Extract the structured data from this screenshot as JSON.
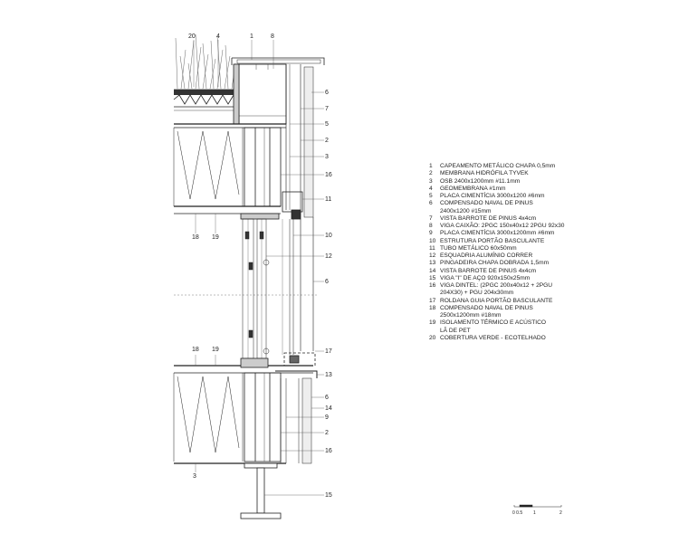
{
  "drawing": {
    "callouts_top": [
      "20",
      "4",
      "1",
      "8"
    ],
    "callouts_right": [
      "6",
      "7",
      "5",
      "2",
      "3",
      "16",
      "11",
      "10",
      "12",
      "6",
      "17",
      "13",
      "6",
      "14",
      "9",
      "2",
      "16",
      "15"
    ],
    "callouts_left": [
      "18",
      "19",
      "18",
      "19",
      "3"
    ]
  },
  "legend": [
    {
      "num": "1",
      "text": "CAPEAMENTO METÁLICO CHAPA 0,5mm"
    },
    {
      "num": "2",
      "text": "MEMBRANA HIDRÓFILA TYVEK"
    },
    {
      "num": "3",
      "text": "OSB 2400x1200mm #11.1mm"
    },
    {
      "num": "4",
      "text": "GEOMEMBRANA #1mm"
    },
    {
      "num": "5",
      "text": "PLACA CIMENTÍCIA 3000x1200 #6mm"
    },
    {
      "num": "6",
      "text": "COMPENSADO NAVAL DE PINUS\n2400x1200 #15mm"
    },
    {
      "num": "7",
      "text": "VISTA BARROTE DE PINUS 4x4cm"
    },
    {
      "num": "8",
      "text": "VIGA CAIXÃO: 2PGC 150x40x12 2PGU 92x30"
    },
    {
      "num": "9",
      "text": "PLACA CIMENTÍCIA 3000x1200mm #6mm"
    },
    {
      "num": "10",
      "text": "ESTRUTURA PORTÃO BASCULANTE"
    },
    {
      "num": "11",
      "text": "TUBO METÁLICO 60x50mm"
    },
    {
      "num": "12",
      "text": "ESQUADRIA ALUMÍNIO CORRER"
    },
    {
      "num": "13",
      "text": "PINGADEIRA CHAPA DOBRADA 1,5mm"
    },
    {
      "num": "14",
      "text": "VISTA BARROTE DE PINUS 4x4cm"
    },
    {
      "num": "15",
      "text": "VIGA \"I\" DE AÇO 920x150x25mm"
    },
    {
      "num": "16",
      "text": "VIGA DINTEL: (2PGC 200x40x12 + 2PGU\n204X30) + PGU 204x30mm"
    },
    {
      "num": "17",
      "text": "ROLDANA GUIA  PORTÃO BASCULANTE"
    },
    {
      "num": "18",
      "text": "COMPENSADO NAVAL DE PINUS\n2500x1200mm #18mm"
    },
    {
      "num": "19",
      "text": "ISOLAMENTO TÉRMICO E ACÚSTICO\nLÃ DE PET"
    },
    {
      "num": "20",
      "text": "COBERTURA VERDE - ECOTELHADO"
    }
  ],
  "scale": {
    "labels": [
      "0 0.5",
      "1",
      "2"
    ]
  }
}
